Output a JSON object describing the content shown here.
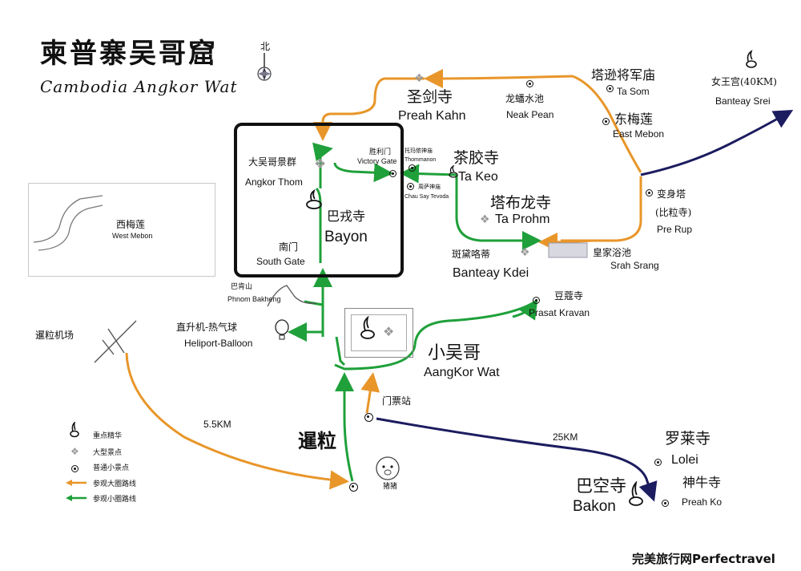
{
  "title": {
    "zh": "柬普寨吴哥窟",
    "en": "Cambodia Angkor Wat"
  },
  "compass": {
    "label": "北"
  },
  "places": {
    "ta_som": {
      "zh": "塔逊将军庙",
      "en": "Ta Som"
    },
    "banteay_srei": {
      "zh": "女王宫(40KM)",
      "en": "Banteay Srei"
    },
    "preah_kahn": {
      "zh": "圣剑寺",
      "en": "Preah Kahn"
    },
    "neak_pean": {
      "zh": "龙蟠水池",
      "en": "Neak Pean"
    },
    "east_mebon": {
      "zh": "东梅莲",
      "en": "East Mebon"
    },
    "angkor_thom": {
      "zh": "大吴哥景群",
      "en": "Angkor Thom"
    },
    "victory_gate": {
      "zh": "胜利门",
      "en": "Victory Gate"
    },
    "thommanon": {
      "zh": "托玛侬神庙",
      "en": "Thommanon"
    },
    "chau_say": {
      "zh": "周萨神庙",
      "en": "Chau Say Tevoda"
    },
    "ta_keo": {
      "zh": "茶胶寺",
      "en": "Ta Keo"
    },
    "ta_prohm": {
      "zh": "塔布龙寺",
      "en": "Ta Prohm"
    },
    "pre_rup": {
      "zh": "变身塔",
      "zh2": "(比粒寺)",
      "en": "Pre Rup"
    },
    "west_mebon": {
      "zh": "西梅莲",
      "en": "West Mebon"
    },
    "bayon": {
      "zh": "巴戎寺",
      "en": "Bayon"
    },
    "south_gate": {
      "zh": "南门",
      "en": "South Gate"
    },
    "banteay_kdei": {
      "zh": "斑黛咯蒂",
      "en": "Banteay Kdei"
    },
    "srah_srang": {
      "zh": "皇家浴池",
      "en": "Srah Srang"
    },
    "phnom_bakheng": {
      "zh": "巴肯山",
      "en": "Phnom Bakheng"
    },
    "prasat_kravan": {
      "zh": "豆蔻寺",
      "en": "Prasat Kravan"
    },
    "heliport": {
      "zh": "直升机-热气球",
      "en": "Heliport-Balloon"
    },
    "airport": {
      "zh": "暹粒机场"
    },
    "angkor_wat": {
      "zh": "小吴哥",
      "en": "AangKor Wat"
    },
    "ticket": {
      "zh": "门票站"
    },
    "siem_reap": {
      "zh": "暹粒"
    },
    "lolei": {
      "zh": "罗莱寺",
      "en": "Lolei"
    },
    "bakong": {
      "zh": "巴空寺",
      "en": "Bakon"
    },
    "preah_ko": {
      "zh": "神牛寺",
      "en": "Preah Ko"
    },
    "pig": {
      "zh": "猪猪"
    }
  },
  "distances": {
    "airport": "5.5KM",
    "roluos": "25KM"
  },
  "legend": [
    {
      "icon": "key-site",
      "label": "重点精华"
    },
    {
      "icon": "large-site",
      "label": "大型景点"
    },
    {
      "icon": "minor-site",
      "label": "普通小景点"
    },
    {
      "icon": "orange-route",
      "label": "参观大圈路线"
    },
    {
      "icon": "green-route",
      "label": "参观小圈路线"
    }
  ],
  "footer": {
    "brand": "完美旅行网Perfectravel"
  },
  "colors": {
    "orange": "#E8962A",
    "green": "#1FA03A",
    "navy": "#1C1C60",
    "frame": "#111111"
  }
}
